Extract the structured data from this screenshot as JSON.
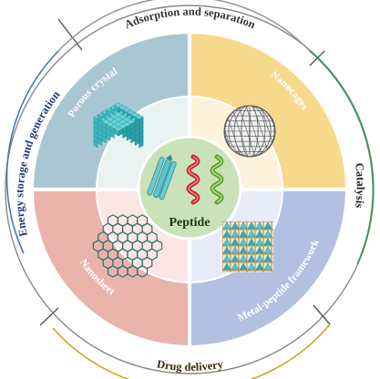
{
  "outer_ring": {
    "top": "Adsorption and separation",
    "left": "Energy storage and generation",
    "right": "Catalysis",
    "bottom": "Drug delivery"
  },
  "quadrants": {
    "top_left": "Porous crystal",
    "top_right": "Nanocages",
    "bottom_left": "Nanosheet",
    "bottom_right": "Metal-peptide framework"
  },
  "center": {
    "label": "Peptide"
  },
  "colors": {
    "q_top_left": "#a9c7d3",
    "q_top_right": "#f7d98d",
    "q_bottom_left": "#e9b3ac",
    "q_bottom_right": "#b3c0e2",
    "inner_top_left": "#e8f3f2",
    "inner_top_right": "#fdf3dc",
    "inner_bottom_left": "#fbe6e4",
    "inner_bottom_right": "#e7ebf7",
    "center": "#c9e2b8",
    "arc_top": "#999999",
    "arc_left": "#3b72b5",
    "arc_right": "#2e9a52",
    "arc_bottom": "#c9a21b"
  },
  "icons": {
    "porous_crystal": "cubic-lattice-icon",
    "nanocages": "geodesic-sphere-icon",
    "nanosheet": "hexagonal-sheet-icon",
    "metal_peptide_framework": "mof-cube-icon",
    "peptide": "peptide-helices-icon"
  }
}
